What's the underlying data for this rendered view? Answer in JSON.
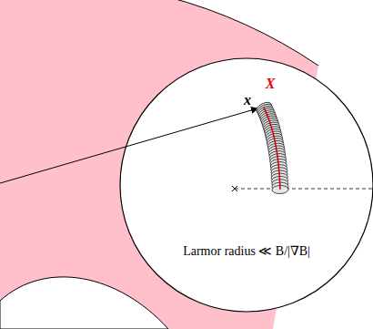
{
  "diagram": {
    "labels": [
      "x",
      "X",
      "Larmor radius ≪ B/|∇B|"
    ]
  }
}
